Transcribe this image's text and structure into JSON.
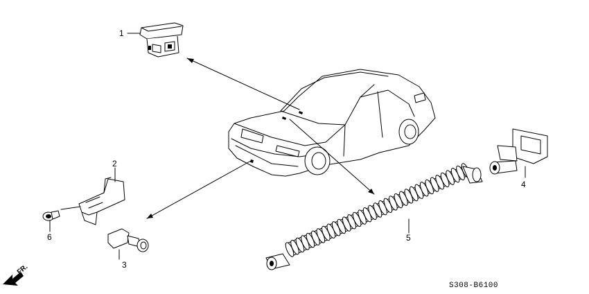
{
  "diagram": {
    "callouts": [
      {
        "id": "1",
        "label": "1"
      },
      {
        "id": "2",
        "label": "2"
      },
      {
        "id": "3",
        "label": "3"
      },
      {
        "id": "4",
        "label": "4"
      },
      {
        "id": "5",
        "label": "5"
      },
      {
        "id": "6",
        "label": "6"
      }
    ],
    "part_code": "S308-B6100",
    "direction_label": "FR."
  },
  "colors": {
    "line": "#000000",
    "background": "#ffffff"
  }
}
